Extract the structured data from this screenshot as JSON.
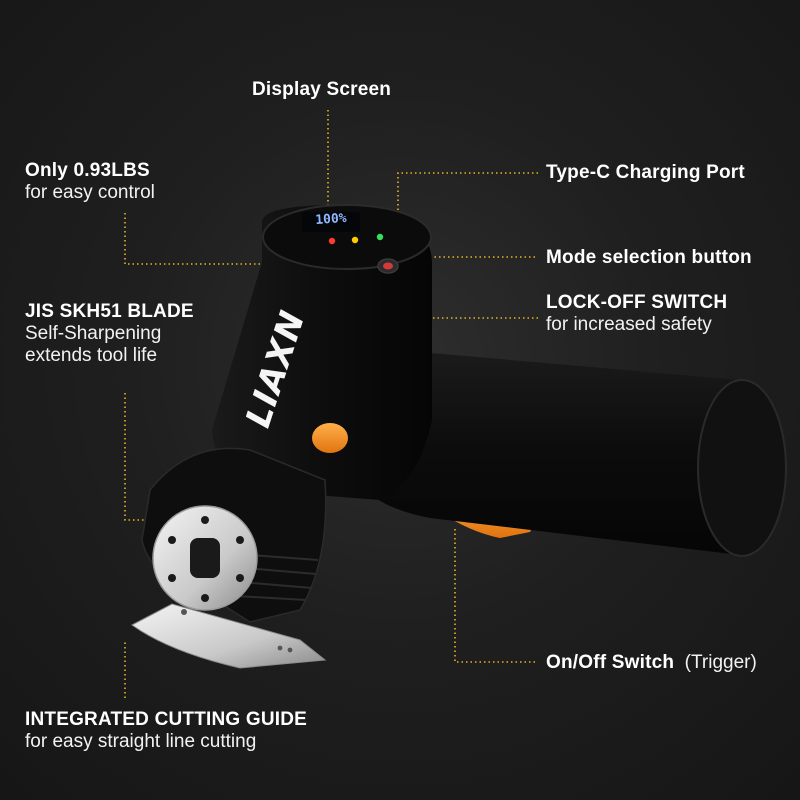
{
  "brand": {
    "logo_text": "LIAXN"
  },
  "display": {
    "readout": "100%"
  },
  "callouts": {
    "display_screen": {
      "title": "Display Screen"
    },
    "weight": {
      "title": "Only 0.93LBS",
      "subtitle": "for easy control"
    },
    "charging_port": {
      "title": "Type-C Charging Port"
    },
    "mode_button": {
      "title": "Mode selection button"
    },
    "blade": {
      "title": "JIS SKH51 BLADE",
      "subtitle_line1": "Self-Sharpening",
      "subtitle_line2": "extends tool life"
    },
    "lock_switch": {
      "title": "LOCK-OFF SWITCH",
      "subtitle": "for increased safety"
    },
    "trigger": {
      "title": "On/Off Switch",
      "subtitle": "(Trigger)"
    },
    "cutting_guide": {
      "title": "INTEGRATED CUTTING GUIDE",
      "subtitle": "for easy straight line cutting"
    }
  },
  "colors": {
    "background": "#1c1c1c",
    "leader_line": "#e6b422",
    "accent_orange": "#f08a18",
    "tool_body": "#0f0f0f"
  }
}
